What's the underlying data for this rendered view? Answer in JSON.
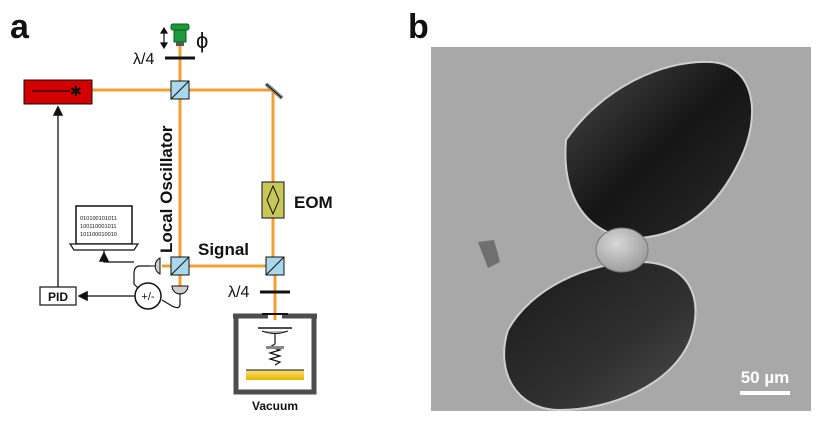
{
  "panel_a": {
    "letter": "a",
    "labels": {
      "phase": "ϕ",
      "qwp_top": "λ/4",
      "qwp_bottom": "λ/4",
      "local_oscillator": "Local Oscillator",
      "signal": "Signal",
      "eom": "EOM",
      "pid": "PID",
      "plus_minus": "+/-",
      "vacuum": "Vacuum"
    },
    "computer_screen_lines": [
      "010100101011",
      "100110001011",
      "101100010010"
    ],
    "colors": {
      "beam": "#f0a030",
      "laser": "#d40000",
      "phase_actuator": "#1a9a3a",
      "eom_body": "#c8c85a",
      "sample_gradient_top": "#f5e070",
      "sample_gradient_bottom": "#e8b800"
    }
  },
  "panel_b": {
    "letter": "b",
    "scale_bar_label": "50 µm"
  }
}
